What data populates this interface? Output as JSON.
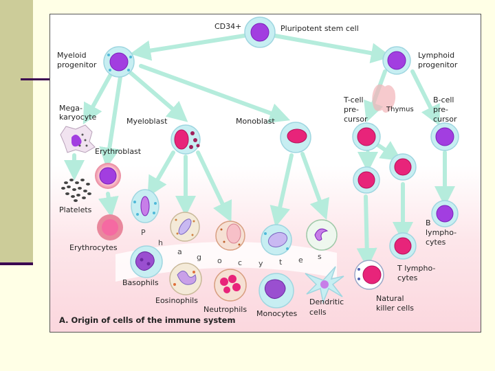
{
  "title": "A. Origin of cells of the immune system",
  "labels": {
    "cd34": "CD34+",
    "stem": "Pluripotent stem cell",
    "myeloid_1": "Myeloid",
    "myeloid_2": "progenitor",
    "lymphoid_1": "Lymphoid",
    "lymphoid_2": "progenitor",
    "mega_1": "Mega-",
    "mega_2": "karyocyte",
    "myeloblast": "Myeloblast",
    "monoblast": "Monoblast",
    "erythroblast": "Erythroblast",
    "tcell_1": "T-cell",
    "tcell_2": "pre-",
    "tcell_3": "cursor",
    "thymus": "Thymus",
    "bcell_1": "B-cell",
    "bcell_2": "pre-",
    "bcell_3": "cursor",
    "platelets": "Platelets",
    "erythrocytes": "Erythrocytes",
    "b_lympho_1": "B",
    "b_lympho_2": "lympho-",
    "b_lympho_3": "cytes",
    "t_lympho_1": "T lympho-",
    "t_lympho_2": "cytes",
    "basophils": "Basophils",
    "eosinophils": "Eosinophils",
    "neutrophils": "Neutrophils",
    "monocytes": "Monocytes",
    "dendritic_1": "Dendritic",
    "dendritic_2": "cells",
    "nk_1": "Natural",
    "nk_2": "killer cells"
  },
  "phagocytes_letters": [
    "P",
    "h",
    "a",
    "g",
    "o",
    "c",
    "y",
    "t",
    "e",
    "s"
  ],
  "colors": {
    "nucleus": "#e8247a",
    "nucleus_violet": "#a23ee0",
    "cytoplasm_blue": "#c7eef2",
    "arrow": "#b5ecdc",
    "side_band": "#cccc99",
    "accent_line": "#3a0050"
  }
}
